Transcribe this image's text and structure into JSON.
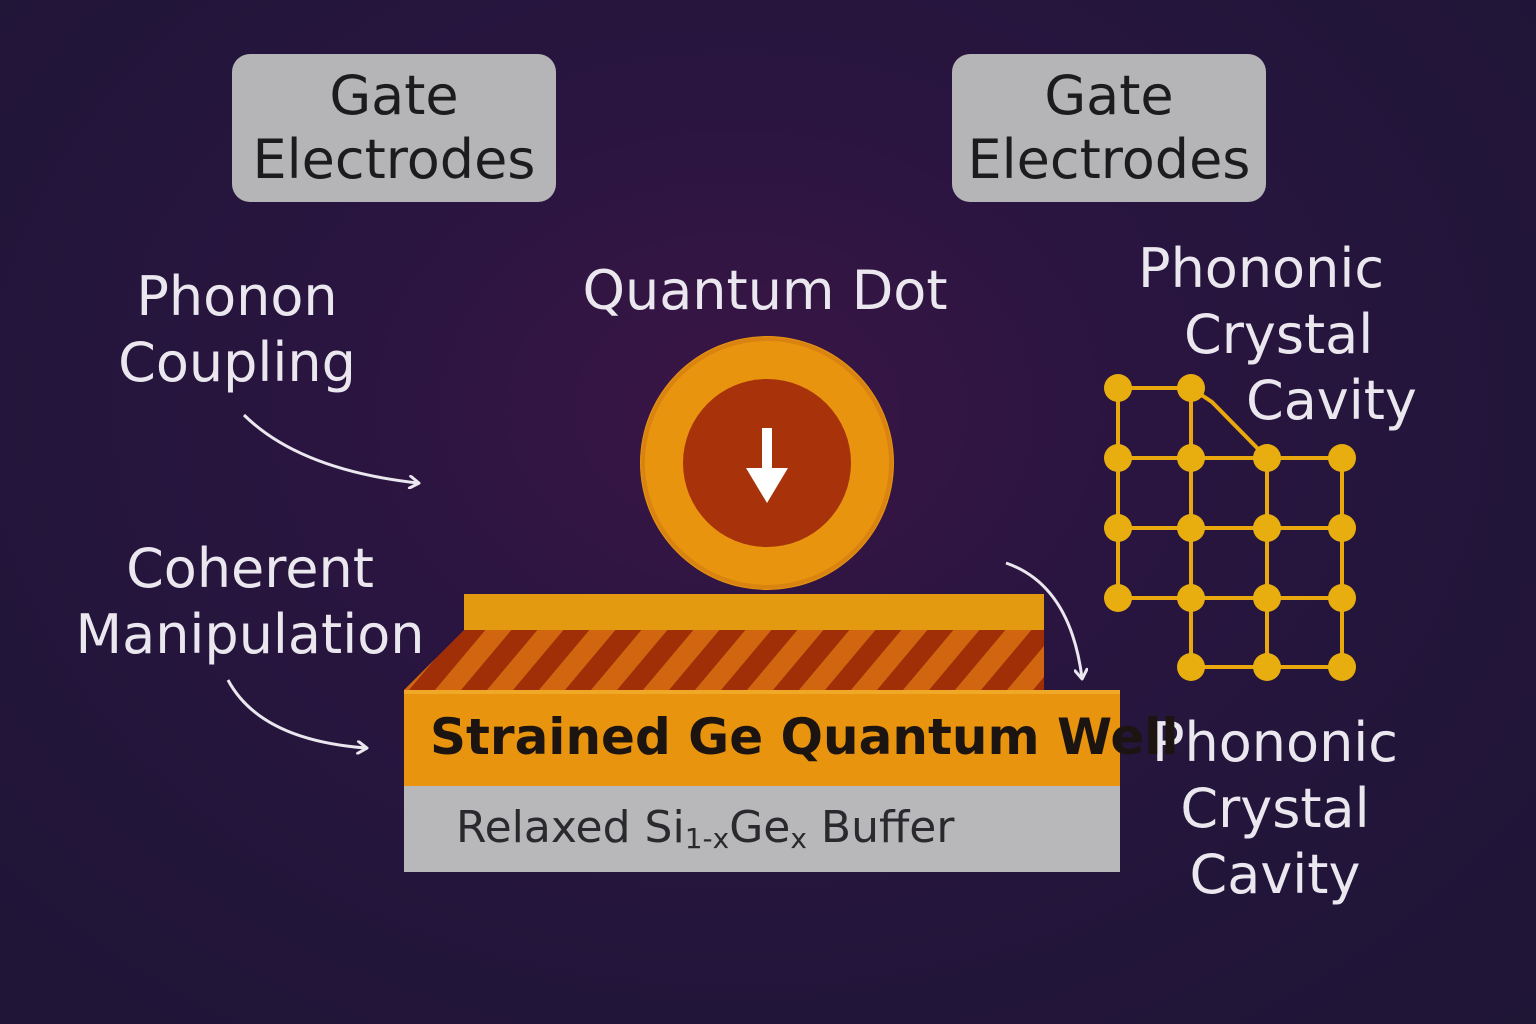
{
  "gate_left": {
    "line1": "Gate",
    "line2": "Electrodes"
  },
  "gate_right": {
    "line1": "Gate",
    "line2": "Electrodes"
  },
  "phonon_coupling": {
    "line1": "Phonon",
    "line2": "Coupling"
  },
  "coherent_manipulation": {
    "line1": "Coherent",
    "line2": "Manipulation"
  },
  "quantum_dot": {
    "label": "Quantum Dot"
  },
  "phononic_top": {
    "line1": "Phononic",
    "line2": "Crystal",
    "line3": "Cavity"
  },
  "phononic_bottom": {
    "line1": "Phononic",
    "line2": "Crystal",
    "line3": "Cavity"
  },
  "quantum_well": {
    "label": "Strained Ge Quantum Well"
  },
  "buffer": {
    "prefix": "Relaxed Si",
    "sub1": "1-x",
    "mid": "Ge",
    "sub2": "x",
    "suffix": " Buffer"
  },
  "colors": {
    "background": "#22153a",
    "gate_box": "#b5b5b7",
    "orange": "#e8940f",
    "dark_orange": "#c56010",
    "rust": "#a02f08",
    "lattice_gold": "#e8a80e",
    "buffer_gray": "#b8b8ba",
    "text_light": "#ebe7ef"
  }
}
